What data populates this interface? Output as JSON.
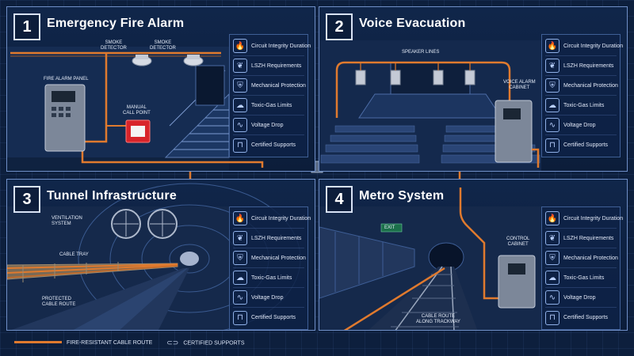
{
  "panels": [
    {
      "number": "1",
      "title": "Emergency Fire Alarm",
      "labels": {
        "smoke1": "SMOKE\nDETECTOR",
        "smoke2": "SMOKE\nDETECTOR",
        "panel": "FIRE ALARM PANEL",
        "callpoint": "MANUAL\nCALL POINT"
      }
    },
    {
      "number": "2",
      "title": "Voice Evacuation",
      "labels": {
        "speakers": "SPEAKER LINES",
        "cabinet": "VOICE ALARM\nCABINET"
      }
    },
    {
      "number": "3",
      "title": "Tunnel Infrastructure",
      "labels": {
        "ventilation": "VENTILATION\nSYSTEM",
        "tray": "CABLE TRAY",
        "route": "PROTECTED\nCABLE ROUTE"
      }
    },
    {
      "number": "4",
      "title": "Metro System",
      "labels": {
        "exit": "EXIT",
        "control": "CONTROL\nCABINET",
        "route": "CABLE ROUTE\nALONG TRACKWAY"
      }
    }
  ],
  "sidebar_items": [
    {
      "icon": "flame-shield-icon",
      "label": "Circuit Integrity Duration"
    },
    {
      "icon": "leaf-icon",
      "label": "LSZH Requirements"
    },
    {
      "icon": "shield-icon",
      "label": "Mechanical Protection"
    },
    {
      "icon": "cloud-icon",
      "label": "Toxic-Gas Limits"
    },
    {
      "icon": "waveform-icon",
      "label": "Voltage Drop"
    },
    {
      "icon": "clamp-icon",
      "label": "Certified Supports"
    }
  ],
  "legend": {
    "cable_label": "FIRE-RESISTANT CABLE ROUTE",
    "support_label": "CERTIFIED SUPPORTS"
  },
  "colors": {
    "cable": "#e07a2e",
    "panel_border": "#6f8fc8",
    "background": "#0d1f3d"
  }
}
